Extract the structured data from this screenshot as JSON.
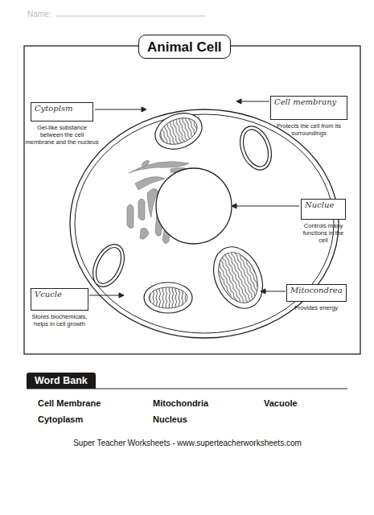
{
  "diagram": {
    "title": "Animal Cell",
    "nodes": [
      {
        "text": [
          "Cytoplsm",
          "Gel-like substance between the cell membrane and the nucleus"
        ]
      },
      {
        "text": [
          "Cell membrany",
          "Protects the cell from its surroundings"
        ]
      },
      {
        "text": [
          "Nuclue",
          "Controls many functions in the cell"
        ]
      },
      {
        "text": [
          "Mitocondrea",
          "Provides energy"
        ]
      },
      {
        "text": [
          "Vcucle",
          "Stores biochemicals, helps in cell growth"
        ]
      },
      {
        "text": [
          "Word Bank"
        ]
      }
    ],
    "labels": [
      "Name:",
      "Cell Membrane",
      "Mitochondria",
      "Vacuole",
      "Cytoplasm",
      "Nucleus",
      "Super Teacher Worksheets - www.superteacherworksheets.com"
    ]
  }
}
